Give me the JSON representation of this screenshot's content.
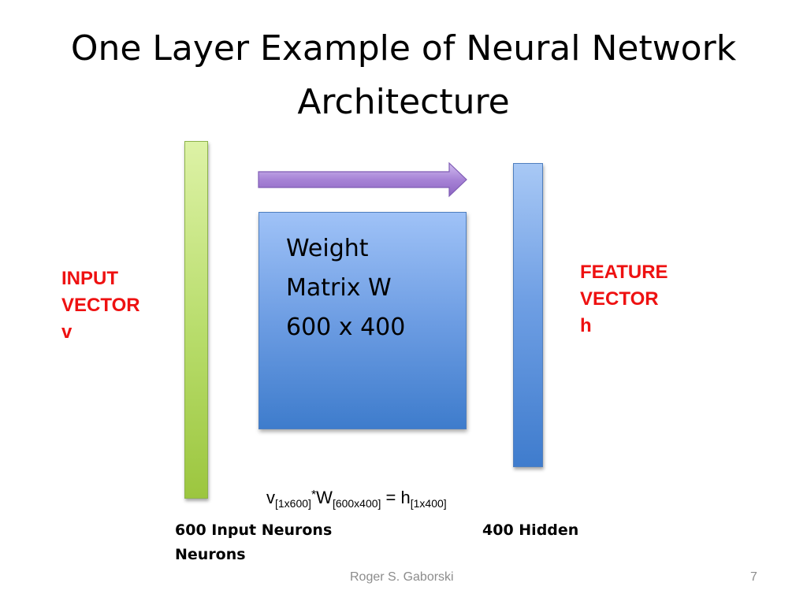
{
  "slide": {
    "title_lines": [
      "One Layer Example of Neural Network",
      "Architecture"
    ],
    "weight_box": {
      "lines": [
        "Weight",
        "Matrix W",
        "600 x 400"
      ]
    },
    "input_label": [
      "INPUT",
      "VECTOR",
      "v"
    ],
    "feature_label": [
      "FEATURE",
      "VECTOR",
      "h"
    ],
    "equation": {
      "v": "v",
      "v_sub": "[1x600]",
      "star": "*",
      "w": "W",
      "w_sub": "[600x400]",
      "eq": " = h",
      "h_sub": "[1x400]"
    },
    "input_count_lines": [
      "600 Input Neurons",
      "Neurons"
    ],
    "hidden_count": "400 Hidden",
    "footer": {
      "author": "Roger S. Gaborski",
      "page_number": "7"
    }
  },
  "colors": {
    "label_red": "#ee1111",
    "input_bar_green": "#b7dc6a",
    "weight_blue": "#6d9de3",
    "arrow_purple": "#a37fd0"
  }
}
